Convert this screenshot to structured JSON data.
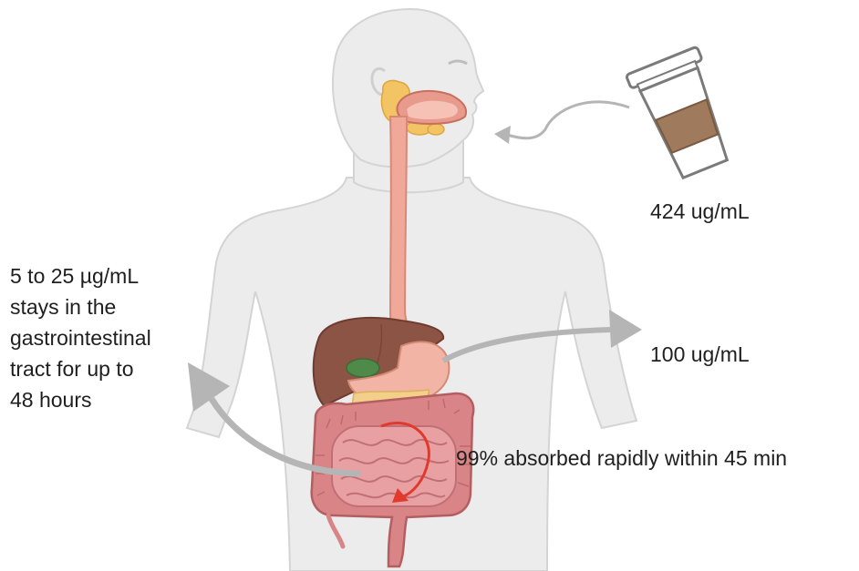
{
  "labels": {
    "coffee_concentration": "424 ug/mL",
    "stomach_concentration": "100 ug/mL",
    "absorption": "99% absorbed rapidly within 45 min",
    "gi_tract_lines": [
      "5 to 25 µg/mL",
      "stays in the",
      "gastrointestinal",
      "tract for up to",
      "48 hours"
    ]
  },
  "colors": {
    "body_fill": "#ececec",
    "body_outline": "#d4d4d4",
    "esophagus": "#f0a898",
    "liver": "#8c5444",
    "stomach": "#f2b4a4",
    "intestine": "#d98486",
    "salivary_glands": "#f0c060",
    "gallbladder": "#4f8a4a",
    "arrow_gray": "#b5b5b5",
    "circular_arrow": "#e03a2e",
    "coffee_sleeve": "#a07a5c"
  },
  "icons": {
    "coffee": "coffee-cup-icon",
    "circular_arrow": "circular-arrow-icon"
  }
}
